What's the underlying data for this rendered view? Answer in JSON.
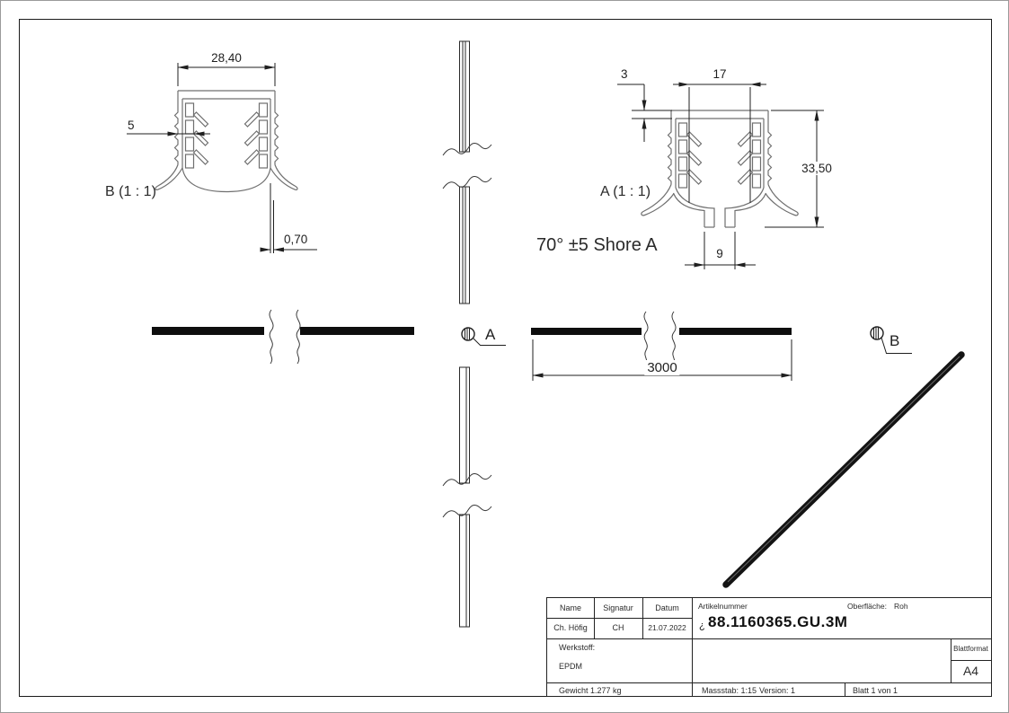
{
  "sheet": {
    "detail_b": {
      "label": "B (1 : 1)",
      "dim_width": "28,40",
      "dim_rib": "5",
      "dim_lip": "0,70"
    },
    "detail_a": {
      "label": "A (1 : 1)",
      "dim_wall": "3",
      "dim_inner_width": "17",
      "dim_height": "33,50",
      "dim_legs": "9",
      "hardness_note": "70° ±5 Shore A"
    },
    "length_view": {
      "dim_length": "3000",
      "callout_a": "A",
      "callout_b": "B"
    },
    "title_block": {
      "col_name": "Name",
      "col_signatur": "Signatur",
      "col_datum": "Datum",
      "val_name": "Ch. Höfig",
      "val_signatur": "CH",
      "val_datum": "21.07.2022",
      "artikelnummer_label": "Artikelnummer",
      "artikelnummer_prefix": "¿",
      "artikelnummer": "88.1160365.GU.3M",
      "oberflaeche_label": "Oberfläche:",
      "oberflaeche_value": "Roh",
      "werkstoff_label": "Werkstoff:",
      "werkstoff_value": "EPDM",
      "gewicht": "Gewicht 1.277 kg",
      "massstab": "Massstab: 1:15",
      "version": "Version: 1",
      "blatt": "Blatt 1 von 1",
      "blattformat_label": "Blattformat",
      "blattformat_value": "A4"
    },
    "colors": {
      "dimension_line": "#1f1f1f",
      "profile_line": "#6f6f6f",
      "solid_profile": "#0e0e0e"
    }
  }
}
